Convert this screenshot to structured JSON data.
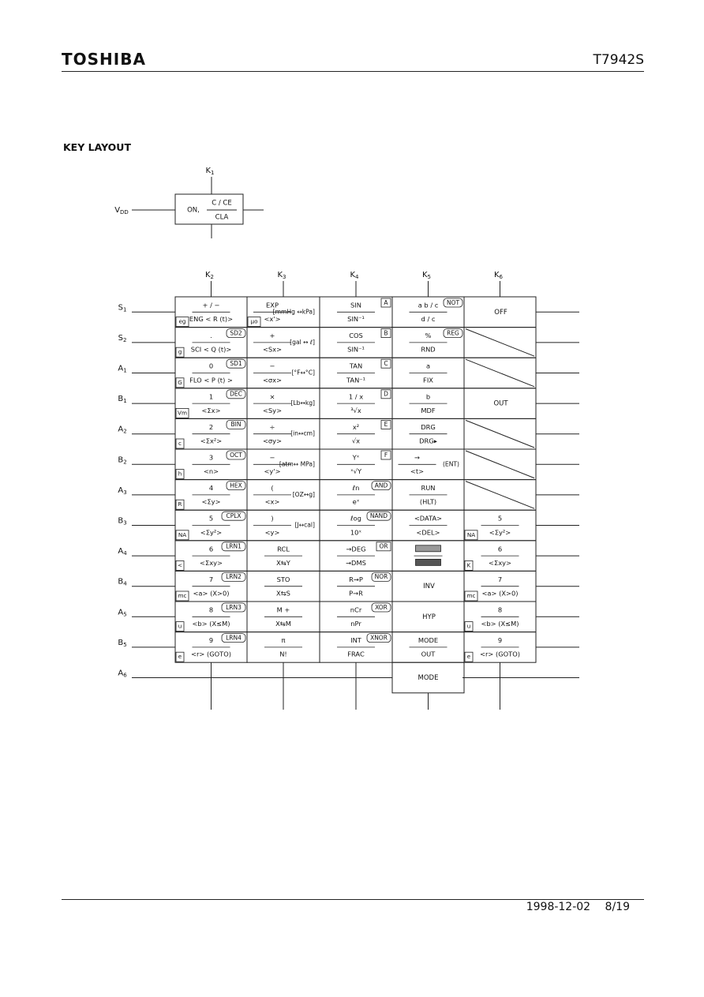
{
  "header": {
    "brand": "TOSHIBA",
    "part_number": "T7942S"
  },
  "section_title": "KEY LAYOUT",
  "footer": {
    "date": "1998-12-02",
    "page": "8/19"
  },
  "vdd_label": "V",
  "vdd_sub": "DD",
  "on_key": {
    "k_label": "K",
    "k_sub": "1",
    "left": "ON,",
    "top": "C / CE",
    "bottom": "CLA"
  },
  "columns": [
    {
      "label": "K",
      "sub": "2"
    },
    {
      "label": "K",
      "sub": "3"
    },
    {
      "label": "K",
      "sub": "4"
    },
    {
      "label": "K",
      "sub": "5"
    },
    {
      "label": "K",
      "sub": "6"
    }
  ],
  "rows": [
    {
      "label": "S",
      "sub": "1"
    },
    {
      "label": "S",
      "sub": "2"
    },
    {
      "label": "A",
      "sub": "1"
    },
    {
      "label": "B",
      "sub": "1"
    },
    {
      "label": "A",
      "sub": "2"
    },
    {
      "label": "B",
      "sub": "2"
    },
    {
      "label": "A",
      "sub": "3"
    },
    {
      "label": "B",
      "sub": "3"
    },
    {
      "label": "A",
      "sub": "4"
    },
    {
      "label": "B",
      "sub": "4"
    },
    {
      "label": "A",
      "sub": "5"
    },
    {
      "label": "B",
      "sub": "5"
    },
    {
      "label": "A",
      "sub": "6"
    }
  ],
  "keys": [
    [
      {
        "top": "+ / −",
        "bottom": "ENG < R (t)>",
        "corner": "eg"
      },
      {
        "top": "EXP",
        "bottom": "<x'>",
        "side": "[mmHg ↔kPa]",
        "corner": "μo"
      },
      {
        "top": "SIN",
        "bottom": "SIN⁻¹",
        "tag": "A"
      },
      {
        "top": "a b / c",
        "bottom": "d / c",
        "tag": "NOT"
      },
      {
        "single": "OFF"
      }
    ],
    [
      {
        "top": ".",
        "bottom": "SCI < Q (t)>",
        "tag": "SD2",
        "corner": "g"
      },
      {
        "top": "+",
        "bottom": "<Sx>",
        "side": "[gal ↔ ℓ]"
      },
      {
        "top": "COS",
        "bottom": "SIN⁻¹",
        "tag": "B"
      },
      {
        "top": "%",
        "bottom": "RND",
        "tag": "REG"
      },
      {
        "diag": true
      }
    ],
    [
      {
        "top": "0",
        "bottom": "FLO < P (t) >",
        "tag": "SD1",
        "corner": "G"
      },
      {
        "top": "−",
        "bottom": "<σx>",
        "side": "[°F↔°C]"
      },
      {
        "top": "TAN",
        "bottom": "TAN⁻¹",
        "tag": "C"
      },
      {
        "top": "a",
        "bottom": "FIX"
      },
      {
        "diag": true
      }
    ],
    [
      {
        "top": "1",
        "bottom": "<Σx>",
        "tag": "DEC",
        "corner": "Vm"
      },
      {
        "top": "×",
        "bottom": "<Sy>",
        "side": "[Lb↔kg]"
      },
      {
        "top": "1 / x",
        "bottom": "³√x",
        "tag": "D"
      },
      {
        "top": "b",
        "bottom": "MDF"
      },
      {
        "single": "OUT"
      }
    ],
    [
      {
        "top": "2",
        "bottom": "<Σx²>",
        "tag": "BIN",
        "corner": "c"
      },
      {
        "top": "÷",
        "bottom": "<σy>",
        "side": "[in↔cm]"
      },
      {
        "top": "x²",
        "bottom": "√x",
        "tag": "E"
      },
      {
        "top": "DRG",
        "bottom": "DRG▸"
      },
      {
        "diag": true
      }
    ],
    [
      {
        "top": "3",
        "bottom": "<n>",
        "tag": "OCT",
        "corner": "h"
      },
      {
        "top": "−",
        "bottom": "<y'>",
        "side": "[atm↔ MPa]"
      },
      {
        "top": "Yˣ",
        "bottom": "ˣ√Y",
        "tag": "F"
      },
      {
        "top": "→",
        "bottom": "<t>",
        "side": "(ENT)"
      },
      {
        "diag": true
      }
    ],
    [
      {
        "top": "4",
        "bottom": "<Σy>",
        "tag": "HEX",
        "corner": "R"
      },
      {
        "top": "(",
        "bottom": "<x>",
        "side": "[OZ↔g]"
      },
      {
        "top": "ℓn",
        "bottom": "eˣ",
        "tag": "AND"
      },
      {
        "top": "RUN",
        "bottom": "(HLT)"
      },
      {
        "diag": true
      }
    ],
    [
      {
        "top": "5",
        "bottom": "<Σy²>",
        "tag": "CPLX",
        "corner": "NA"
      },
      {
        "top": ")",
        "bottom": "<y>",
        "side": "[J↔cal]"
      },
      {
        "top": "ℓog",
        "bottom": "10ˣ",
        "tag": "NAND"
      },
      {
        "top": "<DATA>",
        "bottom": "<DEL>"
      },
      {
        "top": "5",
        "bottom": "<Σy²>",
        "corner": "NA"
      }
    ],
    [
      {
        "top": "6",
        "bottom": "<Σxy>",
        "tag": "LRN1",
        "corner": "<"
      },
      {
        "top": "RCL",
        "bottom": "X⇆Y"
      },
      {
        "top": "→DEG",
        "bottom": "→DMS",
        "tag": "OR"
      },
      {
        "shade": true
      },
      {
        "top": "6",
        "bottom": "<Σxy>",
        "corner": "K"
      }
    ],
    [
      {
        "top": "7",
        "bottom": "<a> (X>0)",
        "tag": "LRN2",
        "corner": "mc"
      },
      {
        "top": "STO",
        "bottom": "X⇆S"
      },
      {
        "top": "R→P",
        "bottom": "P→R",
        "tag": "NOR"
      },
      {
        "single": "INV"
      },
      {
        "top": "7",
        "bottom": "<a> (X>0)",
        "corner": "mc"
      }
    ],
    [
      {
        "top": "8",
        "bottom": "<b> (X≤M)",
        "tag": "LRN3",
        "corner": "u"
      },
      {
        "top": "M +",
        "bottom": "X⇆M"
      },
      {
        "top": "nCr",
        "bottom": "nPr",
        "tag": "XOR"
      },
      {
        "single": "HYP"
      },
      {
        "top": "8",
        "bottom": "<b> (X≤M)",
        "corner": "u"
      }
    ],
    [
      {
        "top": "9",
        "bottom": "<r> (GOTO)",
        "tag": "LRN4",
        "corner": "e"
      },
      {
        "top": "π",
        "bottom": "N!"
      },
      {
        "top": "INT",
        "bottom": "FRAC",
        "tag": "XNOR"
      },
      {
        "top": "MODE",
        "bottom": "OUT"
      },
      {
        "top": "9",
        "bottom": "<r> (GOTO)",
        "corner": "e"
      }
    ]
  ],
  "extra_key": "MODE"
}
